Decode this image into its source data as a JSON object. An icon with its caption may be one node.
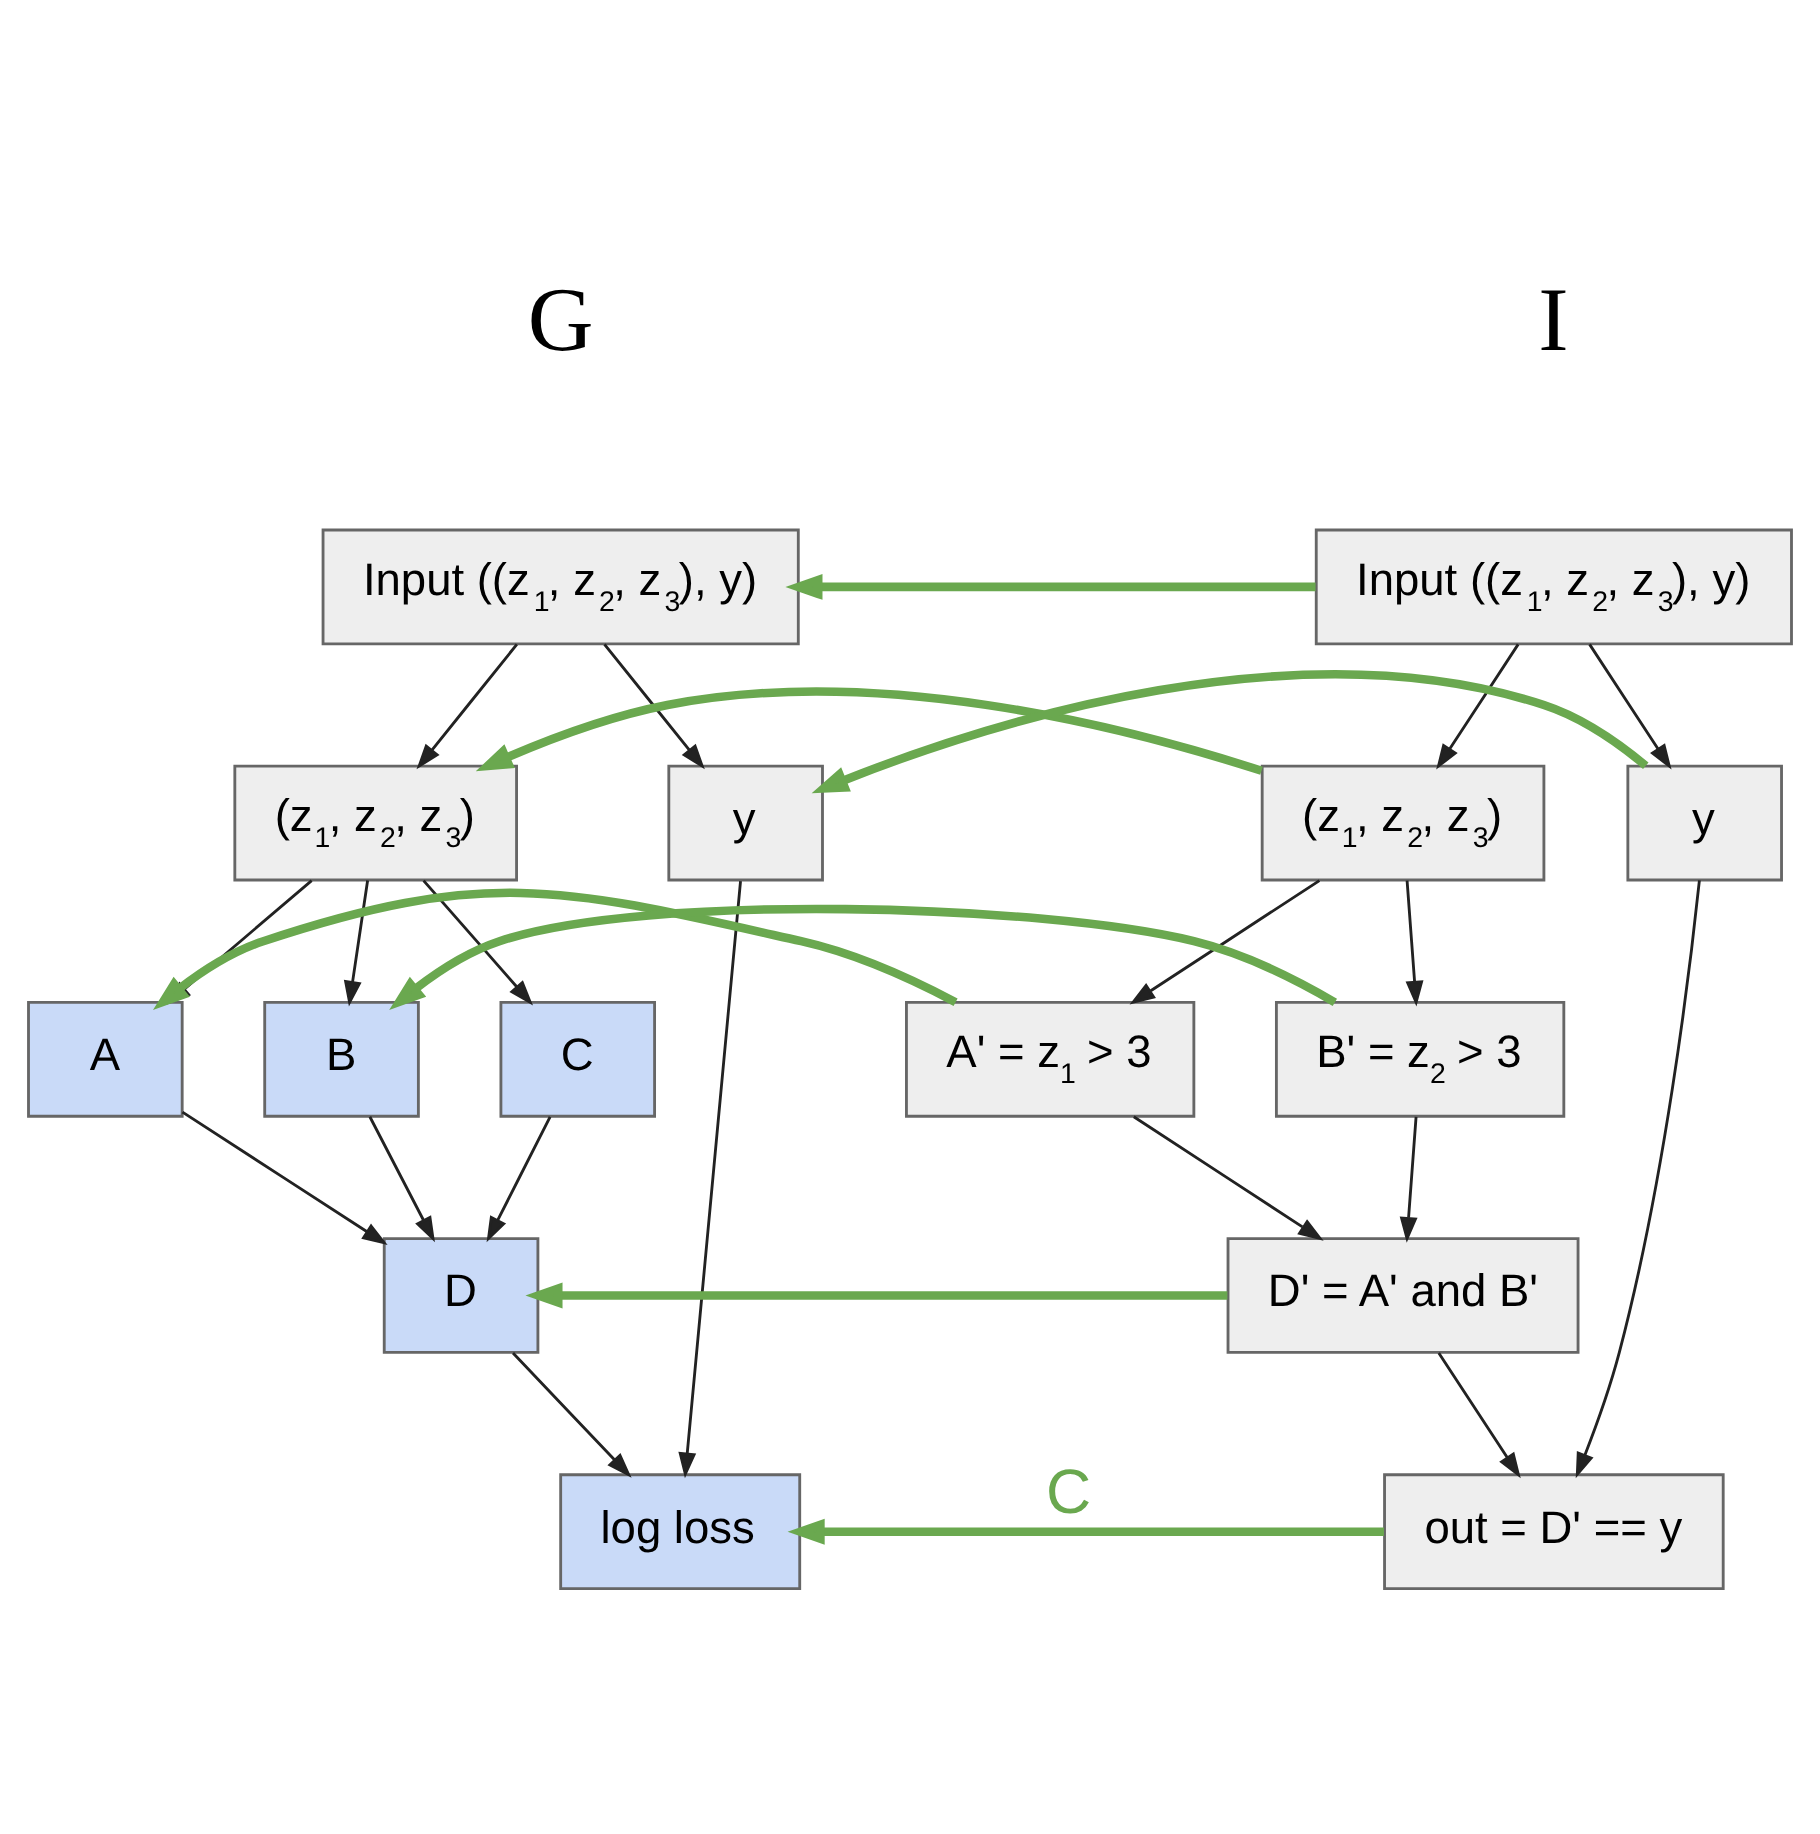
{
  "diagram": {
    "nodes": [
      {
        "text": [
          "Input ((z$_{1}$, z$_{2}$, z$_{3}$), y)"
        ]
      },
      {
        "text": [
          "(z$_{1}$, z$_{2}$, z$_{3}$)"
        ]
      },
      {
        "text": [
          "y"
        ]
      },
      {
        "text": [
          "A"
        ]
      },
      {
        "text": [
          "B"
        ]
      },
      {
        "text": [
          "C"
        ]
      },
      {
        "text": [
          "D"
        ]
      },
      {
        "text": [
          "log loss"
        ]
      },
      {
        "text": [
          "Input ((z$_{1}$, z$_{2}$, z$_{3}$), y)"
        ]
      },
      {
        "text": [
          "(z$_{1}$, z$_{2}$, z$_{3}$)"
        ]
      },
      {
        "text": [
          "y"
        ]
      },
      {
        "text": [
          "A' = z$_{1}$ > 3"
        ]
      },
      {
        "text": [
          "B' = z$_{2}$ > 3"
        ]
      },
      {
        "text": [
          "D' = A' and B'"
        ]
      },
      {
        "text": [
          "out = D' == y"
        ]
      }
    ],
    "edges": [
      {
        "from": 0,
        "to": 1,
        "arrow": "to"
      },
      {
        "from": 0,
        "to": 2,
        "arrow": "to"
      },
      {
        "from": 1,
        "to": 3,
        "arrow": "to"
      },
      {
        "from": 1,
        "to": 4,
        "arrow": "to"
      },
      {
        "from": 1,
        "to": 5,
        "arrow": "to"
      },
      {
        "from": 3,
        "to": 6,
        "arrow": "to"
      },
      {
        "from": 4,
        "to": 6,
        "arrow": "to"
      },
      {
        "from": 5,
        "to": 6,
        "arrow": "to"
      },
      {
        "from": 6,
        "to": 7,
        "arrow": "to"
      },
      {
        "from": 2,
        "to": 7,
        "arrow": "to"
      },
      {
        "from": 8,
        "to": 9,
        "arrow": "to"
      },
      {
        "from": 8,
        "to": 10,
        "arrow": "to"
      },
      {
        "from": 9,
        "to": 11,
        "arrow": "to"
      },
      {
        "from": 9,
        "to": 12,
        "arrow": "to"
      },
      {
        "from": 11,
        "to": 13,
        "arrow": "to"
      },
      {
        "from": 12,
        "to": 13,
        "arrow": "to"
      },
      {
        "from": 13,
        "to": 14,
        "arrow": "to"
      },
      {
        "from": 10,
        "to": 14,
        "arrow": "to"
      },
      {
        "from": 8,
        "to": 0,
        "arrow": "to",
        "style": "thick",
        "color": "#6aa84f"
      },
      {
        "from": 9,
        "to": 1,
        "arrow": "to",
        "style": "thick",
        "color": "#6aa84f"
      },
      {
        "from": 10,
        "to": 2,
        "arrow": "to",
        "style": "thick",
        "color": "#6aa84f"
      },
      {
        "from": 11,
        "to": 3,
        "arrow": "to",
        "style": "thick",
        "color": "#6aa84f"
      },
      {
        "from": 12,
        "to": 4,
        "arrow": "to",
        "style": "thick",
        "color": "#6aa84f"
      },
      {
        "from": 13,
        "to": 6,
        "arrow": "to",
        "style": "thick",
        "color": "#6aa84f"
      },
      {
        "from": 14,
        "to": 7,
        "arrow": "to",
        "style": "thick",
        "color": "#6aa84f",
        "label": "C"
      }
    ],
    "labels": [
      "G",
      "I"
    ]
  }
}
